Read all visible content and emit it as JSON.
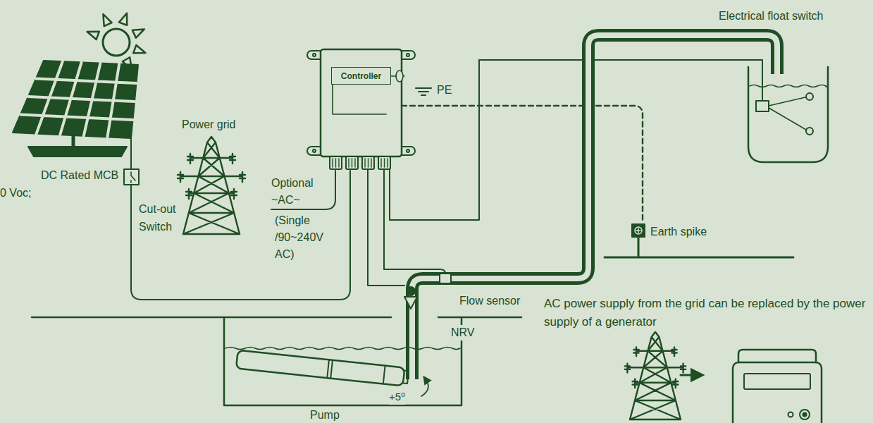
{
  "diagram": {
    "nodes": [
      {
        "text": [
          "Controller"
        ]
      }
    ],
    "labels": [
      "Electrical float switch",
      "PE",
      "Power grid",
      "DC Rated MCB",
      "0 Voc;",
      "Optional",
      "~AC~",
      "(Single /90~240V AC)",
      "Cut-out Switch",
      "Earth spike",
      "Flow sensor",
      "NRV",
      "AC power supply from the grid can be replaced by the power supply of a generator",
      "Pump",
      "+5⁰"
    ]
  }
}
